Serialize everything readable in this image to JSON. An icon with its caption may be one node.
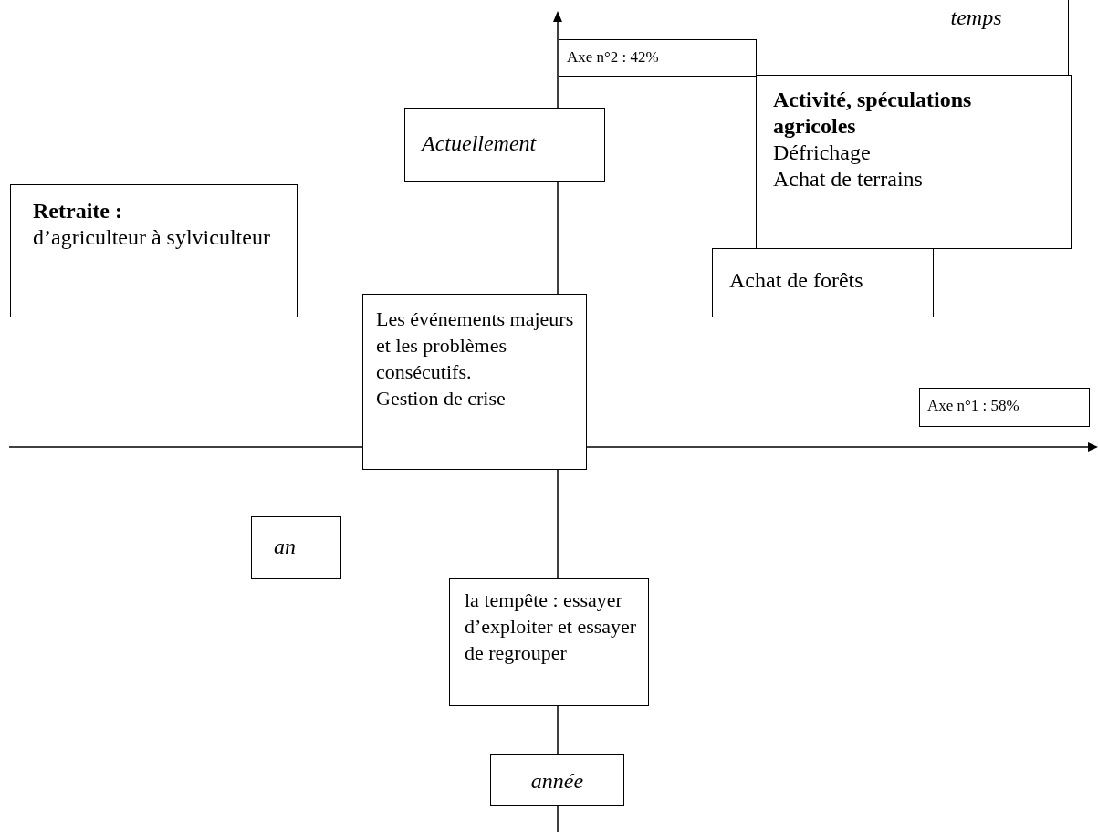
{
  "diagram": {
    "nodes": [
      {
        "text": [
          "Axe n°2 : 42%"
        ]
      },
      {
        "text": [
          "temps"
        ]
      },
      {
        "text": [
          "Activité, spéculations agricoles",
          "Défrichage",
          "Achat de terrains"
        ]
      },
      {
        "text": [
          "Actuellement"
        ]
      },
      {
        "text": [
          "Retraite :",
          "d’agriculteur à sylviculteur"
        ]
      },
      {
        "text": [
          "Achat de forêts"
        ]
      },
      {
        "text": [
          "Les événements majeurs et les problèmes consécutifs.",
          "Gestion de crise"
        ]
      },
      {
        "text": [
          "Axe n°1 : 58%"
        ]
      },
      {
        "text": [
          "an"
        ]
      },
      {
        "text": [
          "la tempête : essayer d’exploiter et essayer de regrouper"
        ]
      },
      {
        "text": [
          "année"
        ]
      }
    ]
  }
}
